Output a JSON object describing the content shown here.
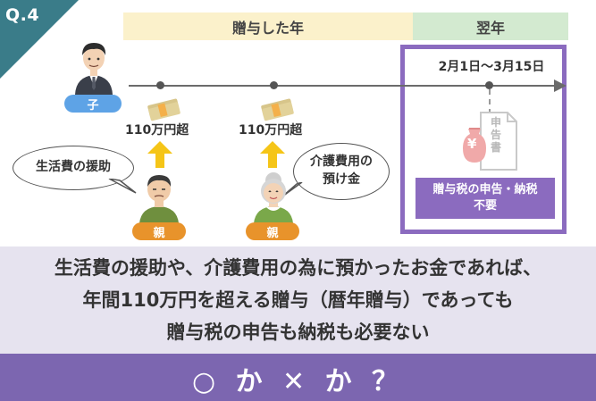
{
  "badge": {
    "label": "Q.4"
  },
  "timeline": {
    "gift_year_label": "贈与した年",
    "next_year_label": "翌年",
    "filing_period": "2月1日～3月15日"
  },
  "people": {
    "child_tag": "子",
    "parent_tag_1": "親",
    "parent_tag_2": "親"
  },
  "transfers": [
    {
      "amount": "110万円超"
    },
    {
      "amount": "110万円超"
    }
  ],
  "bubbles": {
    "living_support": "生活費の援助",
    "care_deposit_line1": "介護費用の",
    "care_deposit_line2": "預け金"
  },
  "document": {
    "label": "申告書",
    "yen": "¥"
  },
  "result": {
    "line1": "贈与税の申告・納税",
    "line2": "不要"
  },
  "statement": {
    "line1": "生活費の援助や、介護費用の為に預かったお金であれば、",
    "line2": "年間110万円を超える贈与（暦年贈与）であっても",
    "line3": "贈与税の申告も納税も必要ない"
  },
  "quiz": {
    "text": "○ か ✕ か ？"
  },
  "colors": {
    "teal_badge": "#3a7c89",
    "gift_year_bg": "#fbf1cb",
    "next_year_bg": "#d3ead0",
    "purple": "#8b6bbf",
    "statement_bg": "#e6e3ef",
    "quiz_bg": "#7c66b0",
    "child_tag": "#5ea3e6",
    "parent_tag": "#e8932b",
    "arrow_yellow": "#f5c518"
  }
}
